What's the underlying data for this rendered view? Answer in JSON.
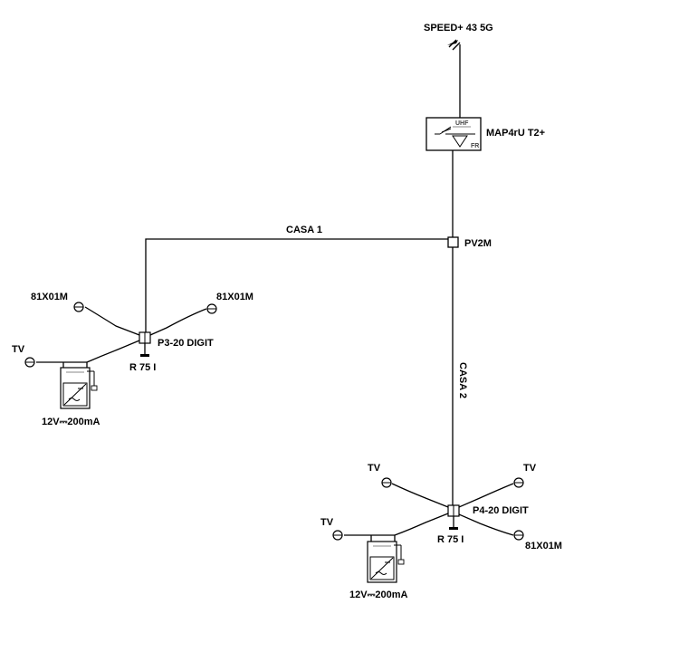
{
  "antenna": {
    "label": "SPEED+ 43 5G"
  },
  "amplifier": {
    "label": "MAP4rU T2+",
    "band": "UHF",
    "tag": "FR"
  },
  "splitter": {
    "label": "PV2M"
  },
  "cables": {
    "casa1": "CASA 1",
    "casa2": "CASA 2"
  },
  "house1": {
    "tap_label": "P3-20 DIGIT",
    "terminator": "R 75 I",
    "outlet_left": "81X01M",
    "outlet_right": "81X01M",
    "tv": "TV",
    "psu": "12V⎓200mA"
  },
  "house2": {
    "tap_label": "P4-20 DIGIT",
    "terminator": "R 75 I",
    "tv_upper_left": "TV",
    "tv_upper_right": "TV",
    "tv_lower_left": "TV",
    "outlet_lower_right": "81X01M",
    "psu": "12V⎓200mA"
  }
}
